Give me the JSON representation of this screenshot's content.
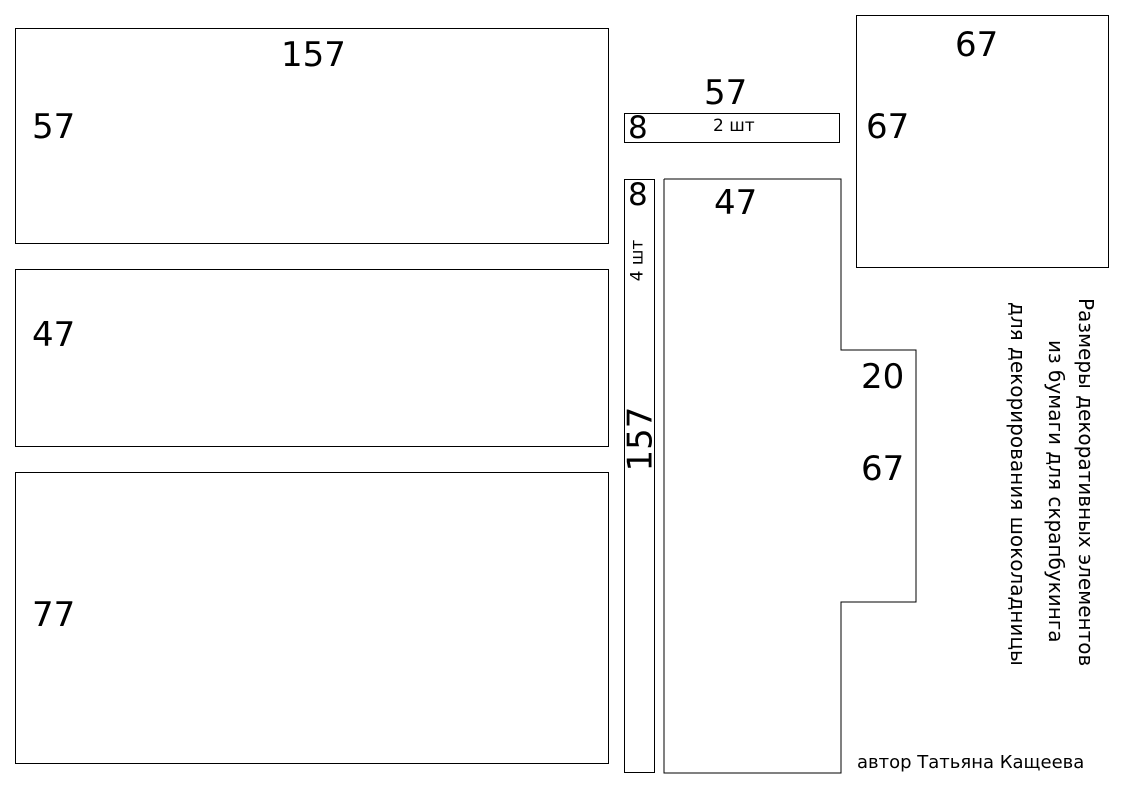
{
  "pieces": {
    "top_left": {
      "width_label": "157",
      "height_label": "57"
    },
    "middle_left": {
      "height_label": "47"
    },
    "bottom_left": {
      "height_label": "77"
    },
    "strip_horizontal": {
      "width_label": "57",
      "height_label": "8",
      "qty_label": "2 шт"
    },
    "strip_vertical": {
      "width_label": "8",
      "length_label": "157",
      "qty_label": "4 шт"
    },
    "notched": {
      "width_label": "47",
      "tab_depth_label": "20",
      "tab_height_label": "67"
    },
    "square": {
      "width_label": "67",
      "height_label": "67"
    }
  },
  "caption": {
    "line1": "Размеры декоративных элементов",
    "line2": "из бумаги для скрапбукинга",
    "line3": "для декорирования шоколадницы"
  },
  "author": "автор Татьяна Кащеева",
  "colors": {
    "stroke": "#000000",
    "background": "#ffffff"
  }
}
